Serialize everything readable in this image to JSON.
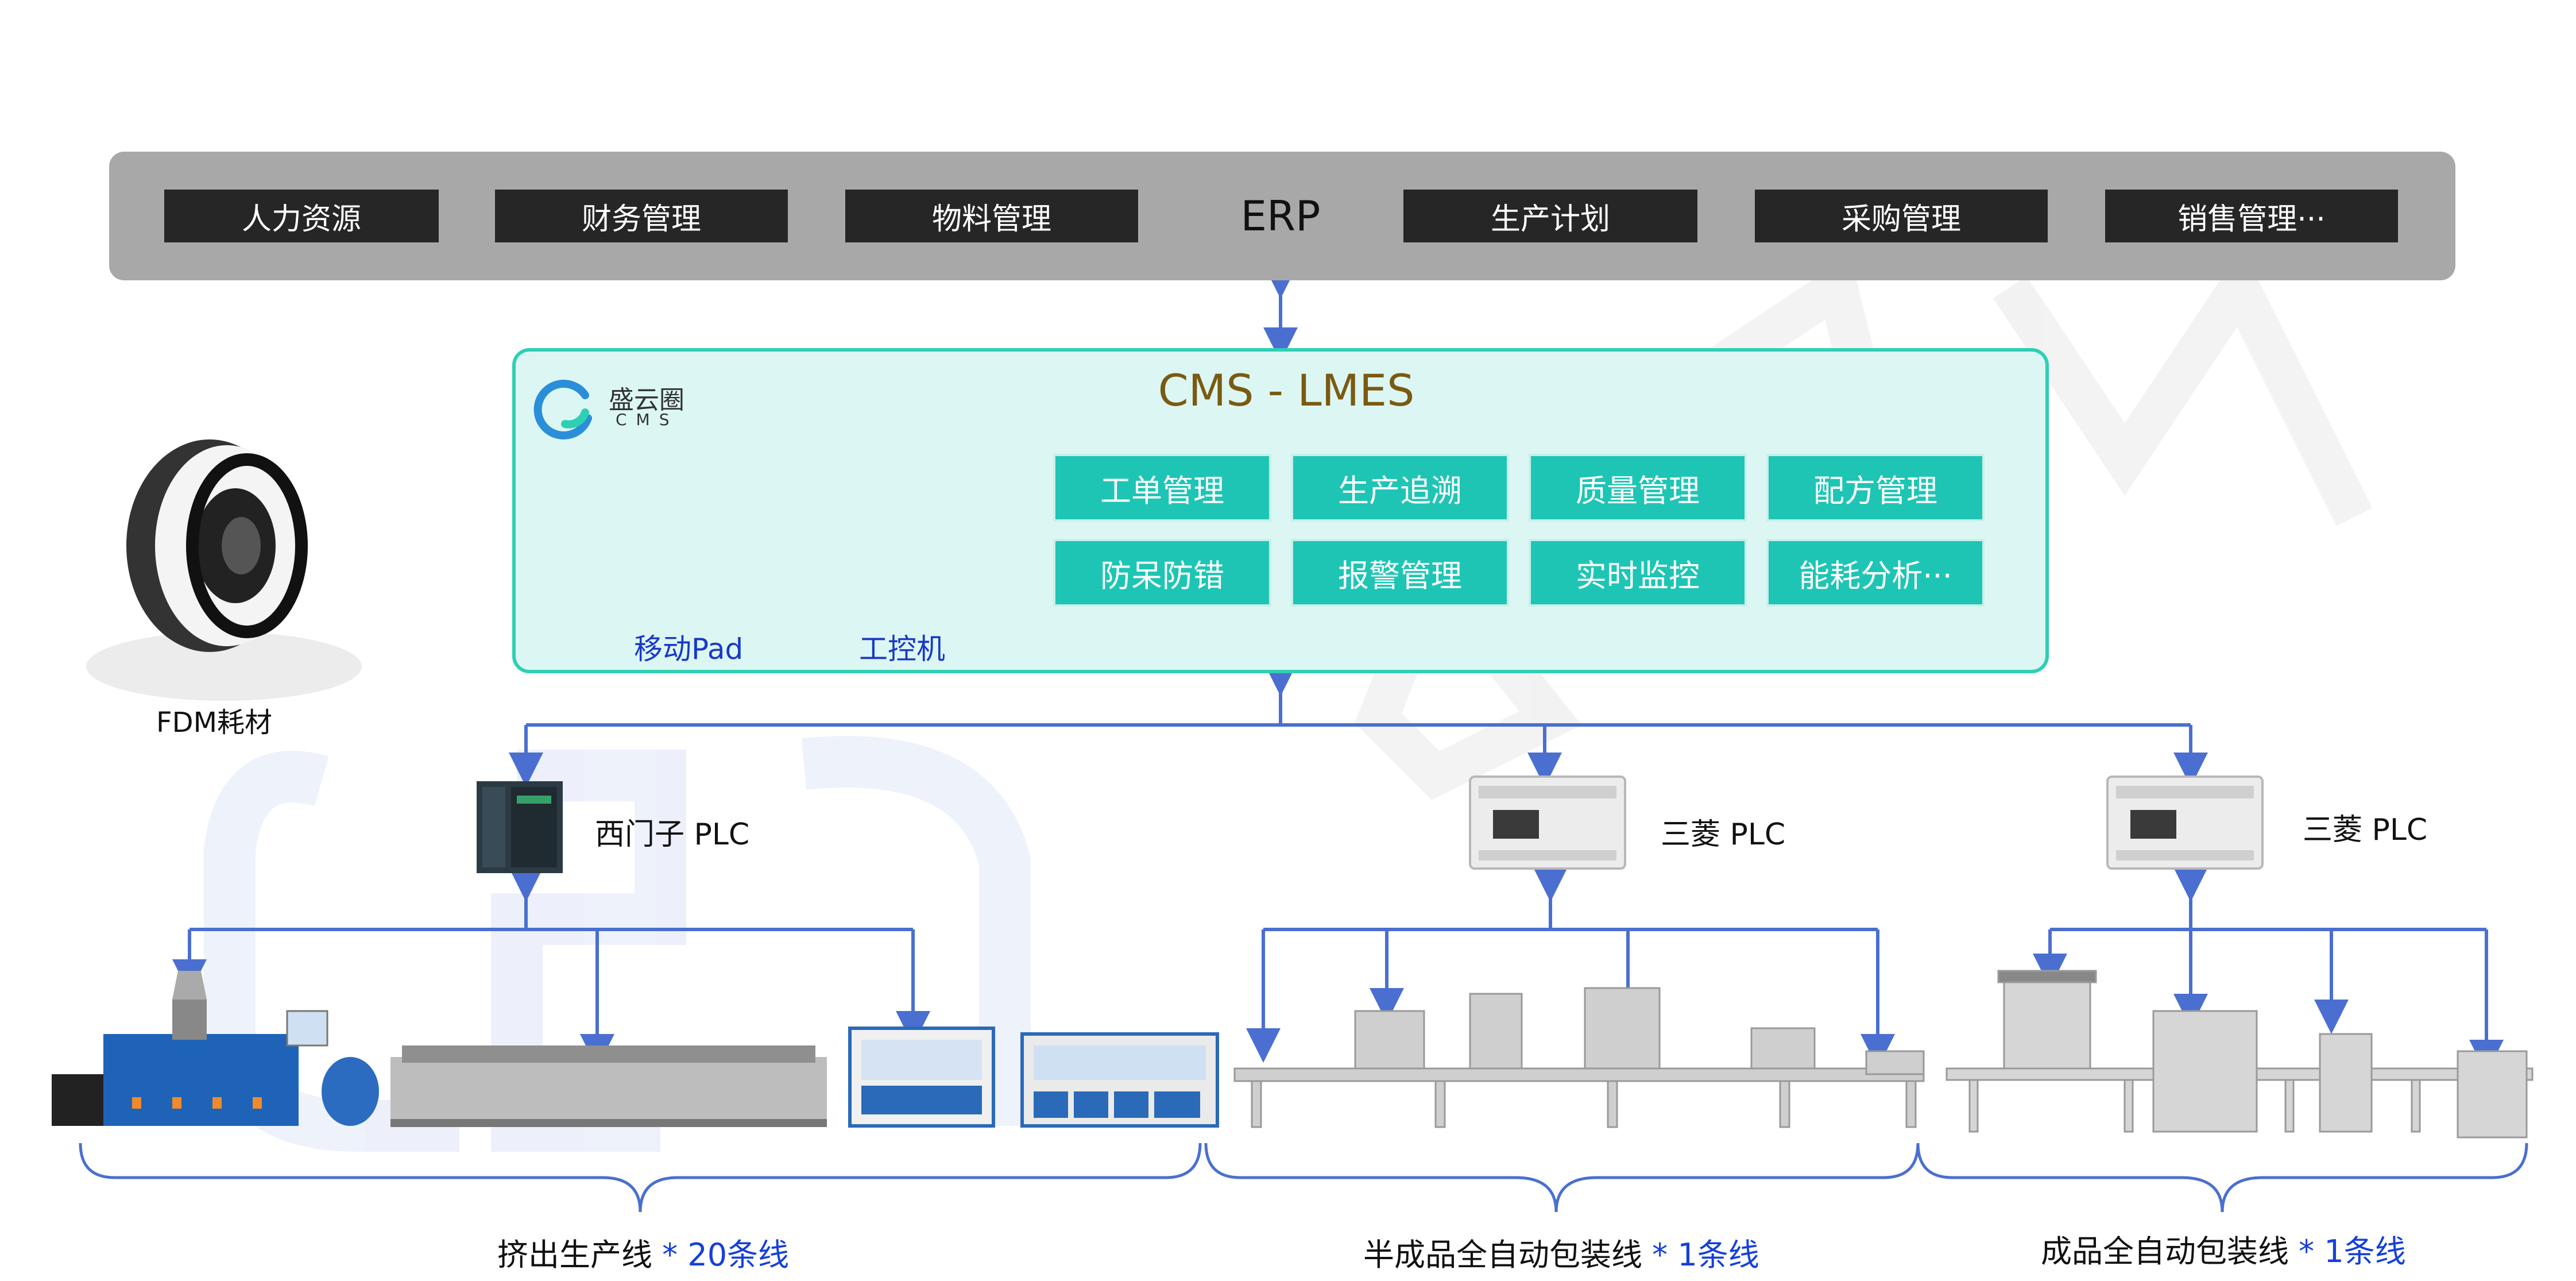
{
  "erp": {
    "title": "ERP",
    "items": [
      "人力资源",
      "财务管理",
      "物料管理",
      "生产计划",
      "采购管理",
      "销售管理···"
    ]
  },
  "mes": {
    "title": "CMS - LMES",
    "logo_name": "盛云圈",
    "logo_sub": "CMS",
    "pad_label": "移动Pad",
    "ipc_label": "工控机",
    "modules": [
      "工单管理",
      "生产追溯",
      "质量管理",
      "配方管理",
      "防呆防错",
      "报警管理",
      "实时监控",
      "能耗分析···"
    ]
  },
  "material": {
    "label": "FDM耗材"
  },
  "plcs": [
    "西门子 PLC",
    "三菱 PLC",
    "三菱 PLC"
  ],
  "lines": [
    {
      "name": "挤出生产线",
      "count": "* 20条线"
    },
    {
      "name": "半成品全自动包装线",
      "count": "* 1条线"
    },
    {
      "name": "成品全自动包装线",
      "count": "* 1条线"
    }
  ],
  "colors": {
    "erp_bar": "#a8a8a8",
    "erp_item": "#262626",
    "mes_bg": "#dcf7f3",
    "mes_border": "#2fcfb3",
    "module": "#1ec5b4",
    "connector": "#4a6fd0",
    "count_text": "#1540d8"
  }
}
